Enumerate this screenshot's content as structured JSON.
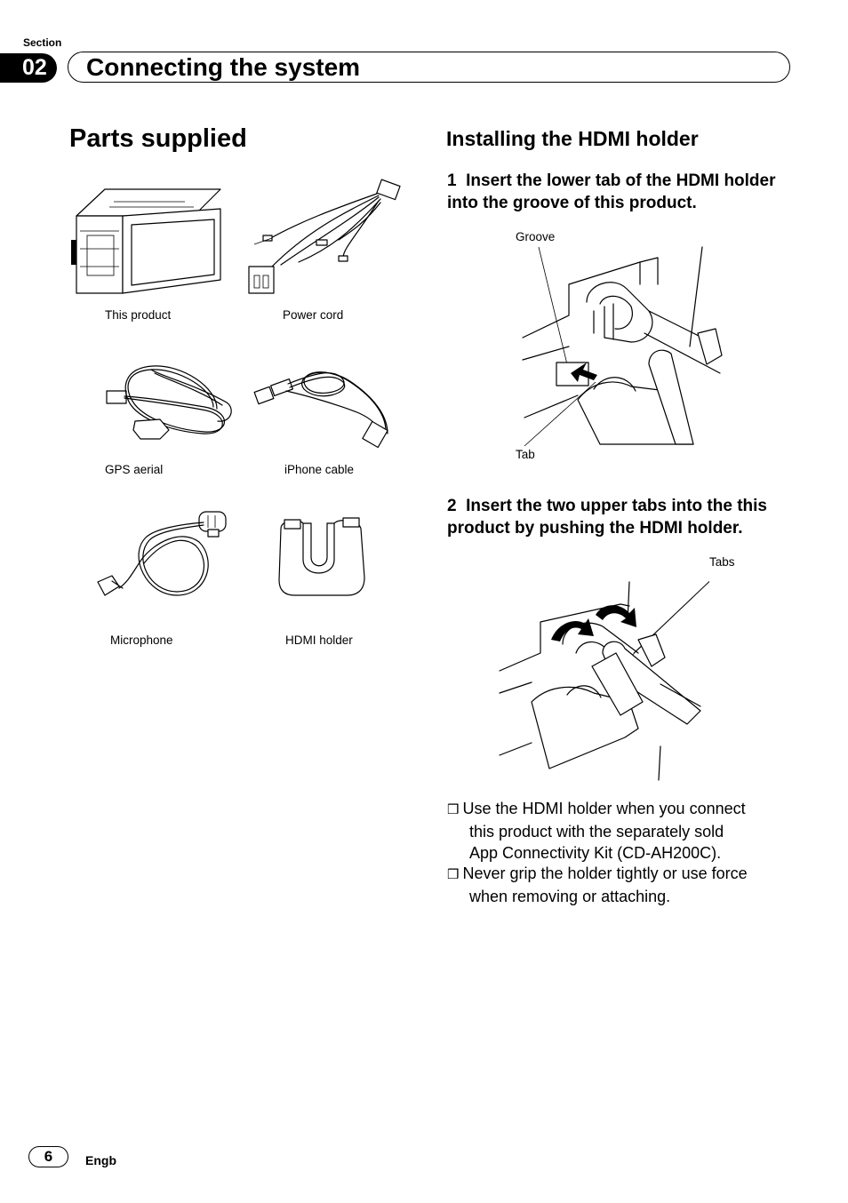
{
  "header": {
    "section_label": "Section",
    "section_number": "02",
    "title": "Connecting the system"
  },
  "left": {
    "heading": "Parts supplied",
    "parts": [
      {
        "label": "This product",
        "icon": "head-unit-icon"
      },
      {
        "label": "Power cord",
        "icon": "power-cord-icon"
      },
      {
        "label": "GPS aerial",
        "icon": "gps-aerial-icon"
      },
      {
        "label": "iPhone cable",
        "icon": "iphone-cable-icon"
      },
      {
        "label": "Microphone",
        "icon": "microphone-icon"
      },
      {
        "label": "HDMI holder",
        "icon": "hdmi-holder-icon"
      }
    ]
  },
  "right": {
    "heading": "Installing the HDMI holder",
    "steps": [
      {
        "number": "1",
        "text": "Insert the lower tab of the HDMI holder into the groove of this product."
      },
      {
        "number": "2",
        "text": "Insert the two upper tabs into the this product by pushing the HDMI holder."
      }
    ],
    "figure1": {
      "label_groove": "Groove",
      "label_tab": "Tab"
    },
    "figure2": {
      "label_tabs": "Tabs"
    },
    "notes": [
      {
        "line1": "Use the HDMI holder when you connect",
        "line2": "this product with the separately sold",
        "line3": "App Connectivity Kit (CD-AH200C)."
      },
      {
        "line1": "Never grip the holder tightly or use force",
        "line2": "when removing or attaching."
      }
    ],
    "note_marker": "❒"
  },
  "footer": {
    "page_number": "6",
    "language": "Engb"
  }
}
